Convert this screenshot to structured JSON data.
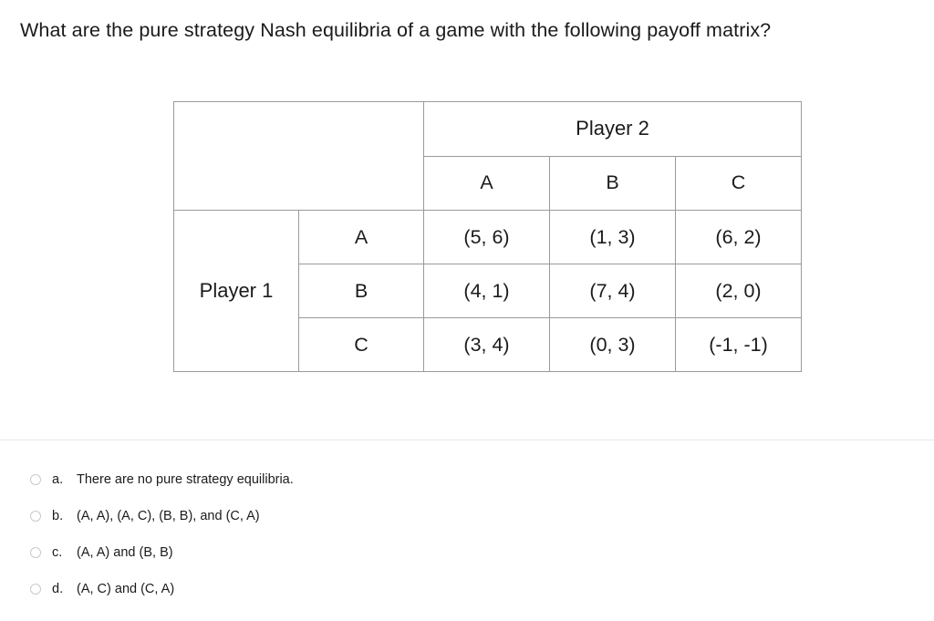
{
  "question": {
    "text": "What are the pure strategy Nash equilibria of a game with the following payoff matrix?"
  },
  "matrix": {
    "column_player_label": "Player 2",
    "row_player_label": "Player 1",
    "column_headers": [
      "A",
      "B",
      "C"
    ],
    "row_headers": [
      "A",
      "B",
      "C"
    ],
    "cells": [
      [
        "(5, 6)",
        "(1, 3)",
        "(6, 2)"
      ],
      [
        "(4, 1)",
        "(7, 4)",
        "(2, 0)"
      ],
      [
        "(3, 4)",
        "(0, 3)",
        "(-1, -1)"
      ]
    ]
  },
  "options": [
    {
      "letter": "a.",
      "text": "There are no pure strategy equilibria."
    },
    {
      "letter": "b.",
      "text": "(A, A), (A, C), (B, B), and (C, A)"
    },
    {
      "letter": "c.",
      "text": "(A, A) and (B, B)"
    },
    {
      "letter": "d.",
      "text": "(A, C) and (C, A)"
    }
  ],
  "colors": {
    "text": "#1b1b1b",
    "table_border": "#9a9a9a",
    "divider": "#e8e8e8",
    "radio_border": "#c9c9c9"
  }
}
